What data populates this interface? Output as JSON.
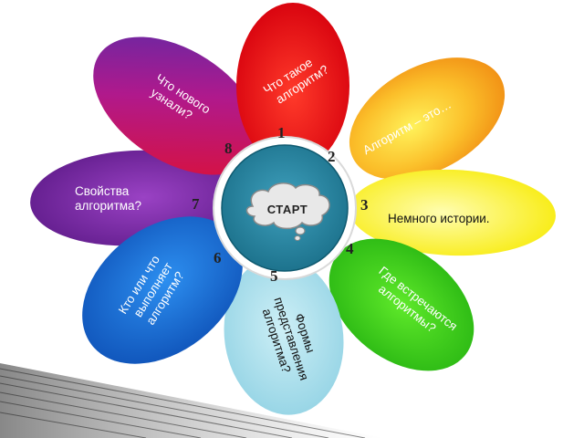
{
  "center": {
    "label": "СТАРТ"
  },
  "petals": [
    {
      "number": "1",
      "lines": [
        "Что такое",
        "алгоритм?"
      ],
      "color": "#e3000f"
    },
    {
      "number": "2",
      "lines": [
        "Алгоритм – это…"
      ],
      "color": "#f7a41c"
    },
    {
      "number": "3",
      "lines": [
        "Немного истории."
      ],
      "color": "#fff200"
    },
    {
      "number": "4",
      "lines": [
        "Где встречаются",
        "алгоритмы?"
      ],
      "color": "#39c51a"
    },
    {
      "number": "5",
      "lines": [
        "Формы",
        "представления",
        "алгоритма?"
      ],
      "color": "#a4dbe8"
    },
    {
      "number": "6",
      "lines": [
        "Кто или что",
        "выполняет",
        "алгоритм?"
      ],
      "color": "#1e6fd0"
    },
    {
      "number": "7",
      "lines": [
        "Свойства",
        "алгоритма?"
      ],
      "color": "#7a2aa0"
    },
    {
      "number": "8",
      "lines": [
        "Что нового",
        "узнали?"
      ],
      "color": "#a21c8c"
    }
  ]
}
